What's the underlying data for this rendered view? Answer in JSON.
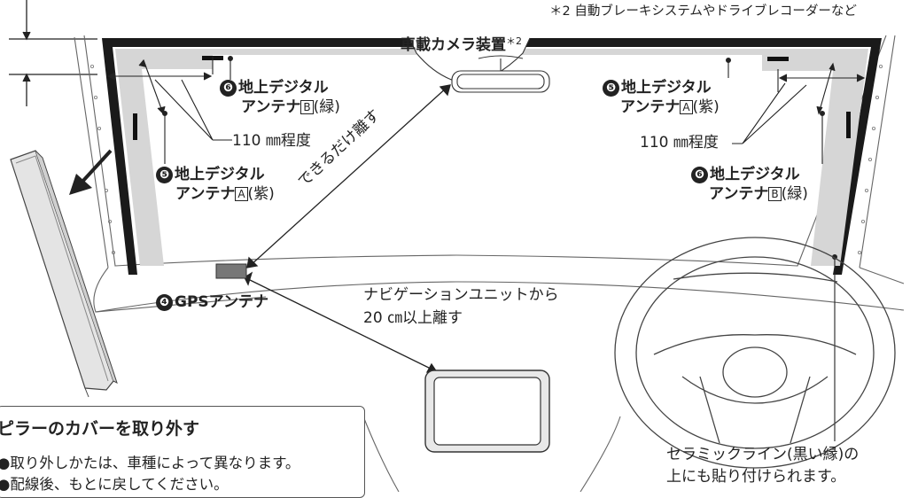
{
  "footnote": "＊2 自動ブレーキシステムやドライブレコーダーなど",
  "camera_label": "車載カメラ装置",
  "camera_sup": "＊2",
  "antenna_label": "地上デジタル",
  "antenna_prefix": "アンテナ",
  "letter_a": "A",
  "letter_b": "B",
  "color_green": "(緑)",
  "color_purple": "(紫)",
  "num_5": "❺",
  "num_6": "❻",
  "num_4": "❹",
  "dist_110": "110 ㎜程度",
  "dist_110_left": "110 ㎜程度",
  "separate_label": "できるだけ離す",
  "gps_label": "GPSアンテナ",
  "nav_line1": "ナビゲーションユニットから",
  "nav_line2": "20 ㎝以上離す",
  "ceramic_line1": "セラミックライン(黒い縁)の",
  "ceramic_line2": "上にも貼り付けられます。",
  "callout": {
    "title": "ピラーのカバーを取り外す",
    "line1": "●取り外しかたは、車種によって異なります。",
    "line2": "●配線後、もとに戻してください。"
  },
  "colors": {
    "ink": "#222222",
    "shade": "#d8d8d8",
    "glass_edge": "#1a1a1a"
  }
}
